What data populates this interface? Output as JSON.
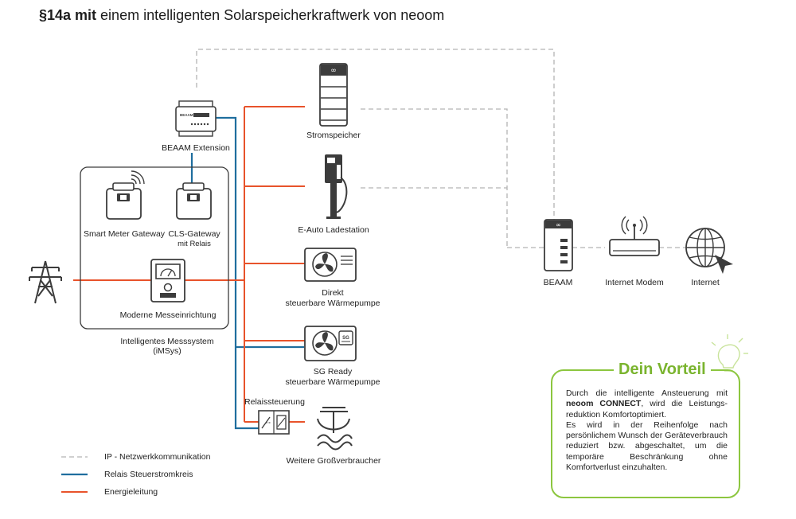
{
  "title": {
    "bold": "§14a mit",
    "rest": " einem intelligenten Solarspeicherkraftwerk von neoom"
  },
  "nodes": {
    "beaam_extension": "BEAAM Extension",
    "smart_meter_gateway": "Smart Meter Gateway",
    "cls_gateway": "CLS-Gateway",
    "cls_gateway_sub": "mit Relais",
    "moderne_messeinrichtung": "Moderne Messeinrichtung",
    "imsys_line1": "Intelligentes Messsystem",
    "imsys_line2": "(iMSys)",
    "stromspeicher": "Stromspeicher",
    "eauto": "E-Auto Ladestation",
    "direkt_line1": "Direkt",
    "direkt_line2": "steuerbare Wärmepumpe",
    "sgready_line1": "SG Ready",
    "sgready_line2": "steuerbare Wärmepumpe",
    "relaissteuerung": "Relaissteuerung",
    "grossverbraucher": "Weitere Großverbraucher",
    "beaam": "BEAAM",
    "internet_modem": "Internet Modem",
    "internet": "Internet"
  },
  "device_text": {
    "beaam_brand": "BEAAM",
    "sg_badge": "SG"
  },
  "legend": [
    {
      "label": "IP - Netzwerkkommunikation",
      "style": "dashed",
      "color": "#b3b3b3"
    },
    {
      "label": "Relais Steuerstromkreis",
      "style": "solid",
      "color": "#1f6e9e"
    },
    {
      "label": "Energieleitung",
      "style": "solid",
      "color": "#e8532b"
    }
  ],
  "vorteil": {
    "title": "Dein Vorteil",
    "p1_before": "Durch die intelligente Ansteuerung mit ",
    "p1_bold": "neoom CONNECT",
    "p1_after": ", wird die Leistungs­reduktion Komfortoptimiert.",
    "p2": "Es wird in der Reihenfolge nach persönlichem Wunsch der Geräte­verbrauch reduziert bzw. abgeschaltet, um die temporäre Beschränkung ohne Komfortverlust einzuhalten."
  },
  "colors": {
    "energy": "#e8532b",
    "relay": "#1f6e9e",
    "ip": "#b3b3b3",
    "accent": "#8cc63f",
    "accent_text": "#7ab42e",
    "icon": "#3c3c3c"
  }
}
